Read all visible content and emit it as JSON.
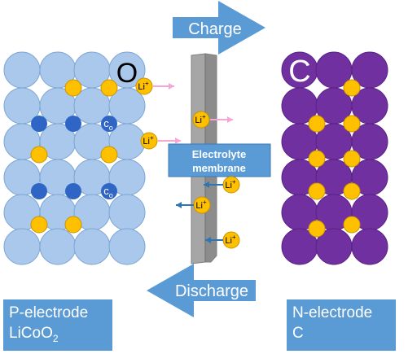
{
  "charge_label": "Charge",
  "discharge_label": "Discharge",
  "membrane_label_line1": "Electrolyte",
  "membrane_label_line2": "membrane",
  "ion_label": "Li",
  "ion_charge": "+",
  "p_big_letter": "O",
  "n_big_letter": "C",
  "co_label": "c",
  "co_subscript": "o",
  "p_electrode": {
    "line1": "P-electrode",
    "formula_main": "LiCoO",
    "formula_sub": "2"
  },
  "n_electrode": {
    "line1": "N-electrode",
    "line2": "C"
  },
  "colors": {
    "positive_atom": "#a9c8ec",
    "positive_atom_stroke": "#7fa7d4",
    "cobalt_atom": "#2f65c5",
    "lithium_atom": "#ffc000",
    "lithium_stroke": "#c79500",
    "negative_atom": "#7030a0",
    "negative_atom_stroke": "#5a2285",
    "membrane": "#a6a6a6",
    "accent_blue": "#5b9bd5",
    "arrow_pink": "#f4a6d7",
    "arrow_blue": "#2e75b6"
  }
}
